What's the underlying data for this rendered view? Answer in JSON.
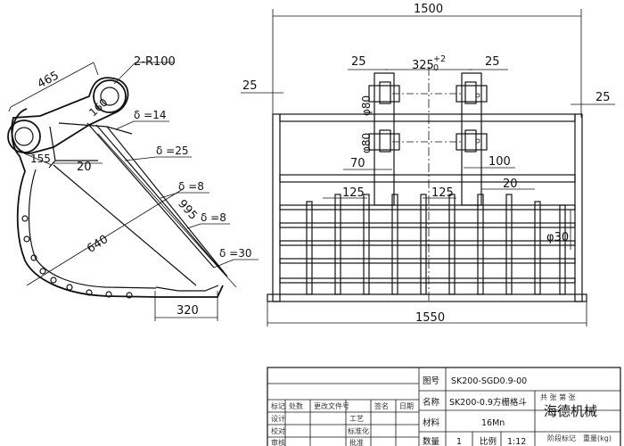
{
  "side_view": {
    "dim_top": "465",
    "dim_radius": "2-R100",
    "dim_160": "160",
    "dim_155": "155",
    "dim_20": "20",
    "delta_14": "δ =14",
    "delta_25": "δ =25",
    "delta_8a": "δ =8",
    "delta_8b": "δ =8",
    "delta_30": "δ =30",
    "dim_995": "995",
    "dim_640": "640",
    "dim_320": "320"
  },
  "front_view": {
    "dim_width_top": "1500",
    "dim_width_bottom": "1550",
    "dim_left_25": "25",
    "dim_right_25": "25",
    "dim_ear_25_left": "25",
    "dim_ear_25_right": "25",
    "dim_325": "325",
    "dim_325_tol_upper": "+2",
    "dim_325_tol_lower": "0",
    "dim_phi80_a": "φ80",
    "dim_phi80_b": "φ80",
    "dim_70": "70",
    "dim_100": "100",
    "dim_125_a": "125",
    "dim_125_b": "125",
    "dim_20": "20",
    "dim_phi30": "φ30"
  },
  "title_block": {
    "drawing_no_label": "图号",
    "drawing_no": "SK200-SGD0.9-00",
    "name_label": "名称",
    "name": "SK200-0.9方栅格斗",
    "material_label": "材料",
    "material": "16Mn",
    "quantity_label": "数量",
    "quantity": "1",
    "scale_label": "比例",
    "scale": "1:12",
    "company": "海德机械",
    "rev_headers": [
      "标记",
      "处数",
      "更改文件号",
      "签名",
      "日期"
    ],
    "row_labels": [
      "设计",
      "校对",
      "审核"
    ],
    "col_labels": [
      "工艺",
      "标准化",
      "批准"
    ],
    "stage_label": "阶段标记",
    "weight_label": "重量(kg)",
    "sheet_label": "共 张 第 张"
  }
}
